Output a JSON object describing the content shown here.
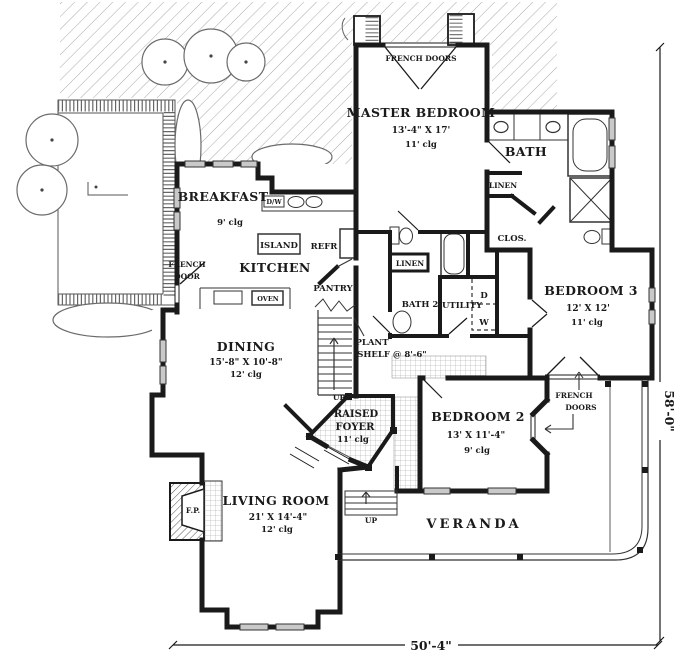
{
  "rooms": {
    "master": {
      "name": "MASTER BEDROOM",
      "size": "13'-4\" X 17'",
      "clg": "11' clg"
    },
    "bath": {
      "name": "BATH"
    },
    "breakfast": {
      "name": "BREAKFAST",
      "clg": "9' clg"
    },
    "kitchen": {
      "name": "KITCHEN"
    },
    "dining": {
      "name": "DINING",
      "size": "15'-8\" X 10'-8\"",
      "clg": "12' clg"
    },
    "bedroom3": {
      "name": "BEDROOM 3",
      "size": "12' X 12'",
      "clg": "11' clg"
    },
    "bedroom2": {
      "name": "BEDROOM 2",
      "size": "13' X 11'-4\"",
      "clg": "9' clg"
    },
    "living": {
      "name": "LIVING ROOM",
      "size": "21' X 14'-4\"",
      "clg": "12' clg"
    },
    "foyer": {
      "line1": "RAISED",
      "line2": "FOYER",
      "clg": "11' clg"
    },
    "veranda": {
      "name": "VERANDA"
    },
    "bath2": {
      "name": "BATH 2"
    },
    "utility": {
      "name": "UTILITY"
    },
    "pantry": {
      "name": "PANTRY"
    },
    "closet": {
      "name": "CLOS."
    }
  },
  "fixtures": {
    "island": "ISLAND",
    "refr": "REFR",
    "dw": "D/W",
    "oven": "OVEN",
    "linen_bath": "LINEN",
    "linen_bath2": "LINEN",
    "fireplace": "F.P.",
    "dryer": "D",
    "washer": "W"
  },
  "doors": {
    "master_french": "FRENCH DOORS",
    "kitchen_french1": "FRENCH",
    "kitchen_french2": "DOOR",
    "veranda_french1": "FRENCH",
    "veranda_french2": "DOORS"
  },
  "stairs": {
    "up_main": "UP",
    "up_entry": "UP"
  },
  "notes": {
    "plant1": "PLANT",
    "plant2": "SHELF @ 8'-6\""
  },
  "dimensions": {
    "overall_width": "50'-4\"",
    "overall_depth": "58'-0\""
  },
  "colors": {
    "wall": "#1a1a1a",
    "window_fill": "#c9c9c9",
    "hatch": "#a8a8a8"
  }
}
